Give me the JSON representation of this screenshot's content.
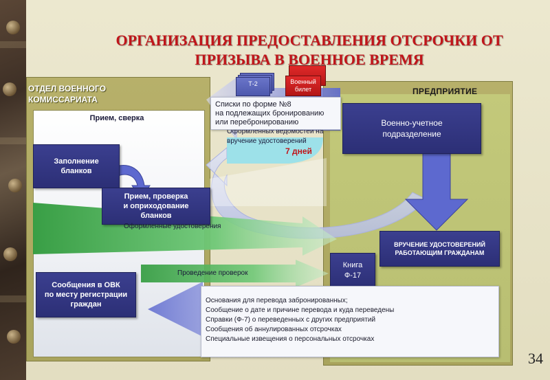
{
  "title": {
    "line1": "ОРГАНИЗАЦИЯ ПРЕДОСТАВЛЕНИЯ ОТСРОЧКИ ОТ",
    "line2": "ПРИЗЫВА В ВОЕННОЕ ВРЕМЯ"
  },
  "page_number": "34",
  "left_panel": {
    "title_line1": "ОТДЕЛ ВОЕННОГО",
    "title_line2": "КОМИССАРИАТА",
    "inner_title": "Прием, сверка",
    "box_filling_line1": "Заполнение",
    "box_filling_line2": "бланков",
    "box_accept_line1": "Прием, проверка",
    "box_accept_line2": "и оприходование",
    "box_accept_line3": "бланков",
    "box_messages_line1": "Сообщения в ОВК",
    "box_messages_line2": "по месту регистрации",
    "box_messages_line3": "граждан"
  },
  "right_panel": {
    "title": "ПРЕДПРИЯТИЕ",
    "box_military_line1": "Военно-учетное",
    "box_military_line2": "подразделение",
    "box_delivery_line1": "ВРУЧЕНИЕ УДОСТОВЕРЕНИЙ",
    "box_delivery_line2": "РАБОТАЮЩИМ ГРАЖДАНАМ",
    "book_line1": "Книга",
    "book_line2": "Ф-17"
  },
  "documents": {
    "t2": "Т-2",
    "military_card_line1": "Военный",
    "military_card_line2": "билет"
  },
  "lists_box": {
    "line1": "Списки по форме №8",
    "line2": "на подлежащих бронированию",
    "line3": "или перебронированию"
  },
  "statements": {
    "line1": "Оформленных ведомостей на",
    "line2": "вручение удостоверений",
    "days": "7 дней"
  },
  "flow_labels": {
    "issued_certificates": "Оформленные удостоверения",
    "checks": "Проведение проверок"
  },
  "bottom_box": {
    "lines": [
      "Основания для перевода забронированных;",
      "Сообщение о дате и причине перевода и куда переведены",
      "Справки (Ф-7) о переведенных с других предприятий",
      "Сообщения об аннулированных отсрочках",
      "Специальные извещения о персональных отсрочках"
    ]
  },
  "colors": {
    "title_red": "#c0151a",
    "panel_olive": "#b7b06a",
    "dark_blue": "#2c2f76",
    "arrow_blue": "#6f7ad6",
    "arrow_green": "#2f9a3c"
  }
}
